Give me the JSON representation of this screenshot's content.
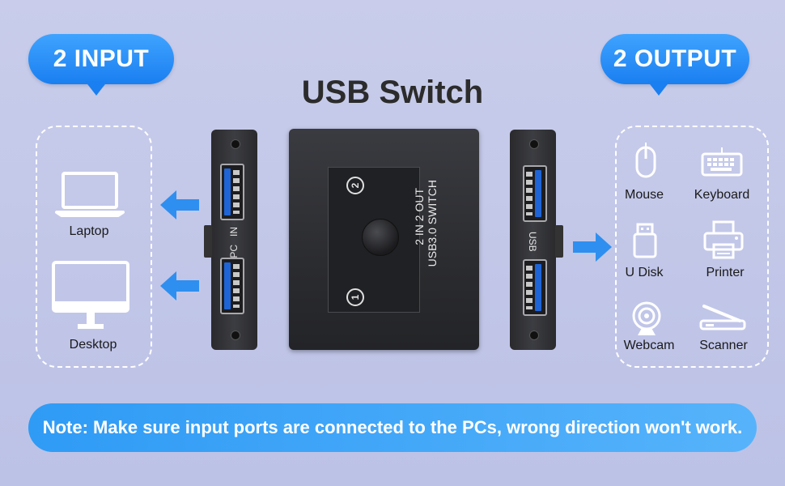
{
  "header": {
    "input_badge": "2 INPUT",
    "output_badge": "2 OUTPUT",
    "title": "USB Switch"
  },
  "inputs": [
    {
      "label": "Laptop",
      "icon": "laptop-icon"
    },
    {
      "label": "Desktop",
      "icon": "desktop-icon"
    }
  ],
  "device": {
    "left_panel_label_pc": "PC",
    "left_panel_label_in": "IN",
    "right_panel_label": "USB",
    "front_line1": "USB3.0 SWITCH",
    "front_line2": "2 IN 2 OUT",
    "port_one": "1",
    "port_two": "2"
  },
  "outputs": [
    {
      "label": "Mouse",
      "icon": "mouse-icon"
    },
    {
      "label": "Keyboard",
      "icon": "keyboard-icon"
    },
    {
      "label": "U Disk",
      "icon": "usb-disk-icon"
    },
    {
      "label": "Printer",
      "icon": "printer-icon"
    },
    {
      "label": "Webcam",
      "icon": "webcam-icon"
    },
    {
      "label": "Scanner",
      "icon": "scanner-icon"
    }
  ],
  "note": "Note: Make sure input ports are connected to the PCs, wrong direction won't work.",
  "colors": {
    "accent": "#1a7ff0",
    "arrow": "#2e8ff0",
    "device": "#2b2c30"
  }
}
